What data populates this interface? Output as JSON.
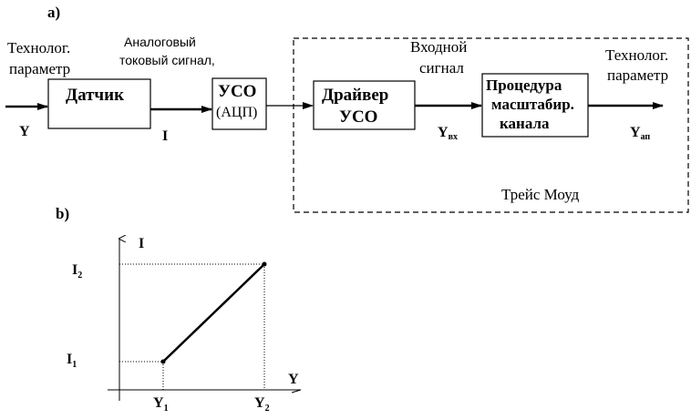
{
  "part_a": {
    "label": "а)",
    "input_param": {
      "line1": "Технолог.",
      "line2": "параметр"
    },
    "analog_signal": {
      "line1": "Аналоговый",
      "line2": "токовый сигнал,"
    },
    "sensor_label": "Датчик",
    "uso": {
      "line1": "УСО",
      "line2": "(АЦП)"
    },
    "driver": {
      "line1": "Драйвер",
      "line2": "УСО"
    },
    "input_signal": {
      "line1": "Входной",
      "line2": "сигнал"
    },
    "procedure": {
      "line1": "Процедура",
      "line2": "масштабир.",
      "line3": "канала"
    },
    "output_param": {
      "line1": "Технолог.",
      "line2": "параметр"
    },
    "signal_y": "Y",
    "signal_i": "I",
    "signal_y_in": {
      "base": "Y",
      "sub": "вх"
    },
    "signal_y_out": {
      "base": "Y",
      "sub": "ап"
    },
    "system_label": "Трейс Моуд"
  },
  "part_b": {
    "label": "b)",
    "axis_y_label": "I",
    "axis_x_label": "Y",
    "i1": {
      "base": "I",
      "sub": "1"
    },
    "i2": {
      "base": "I",
      "sub": "2"
    },
    "y1": {
      "base": "Y",
      "sub": "1"
    },
    "y2": {
      "base": "Y",
      "sub": "2"
    }
  }
}
